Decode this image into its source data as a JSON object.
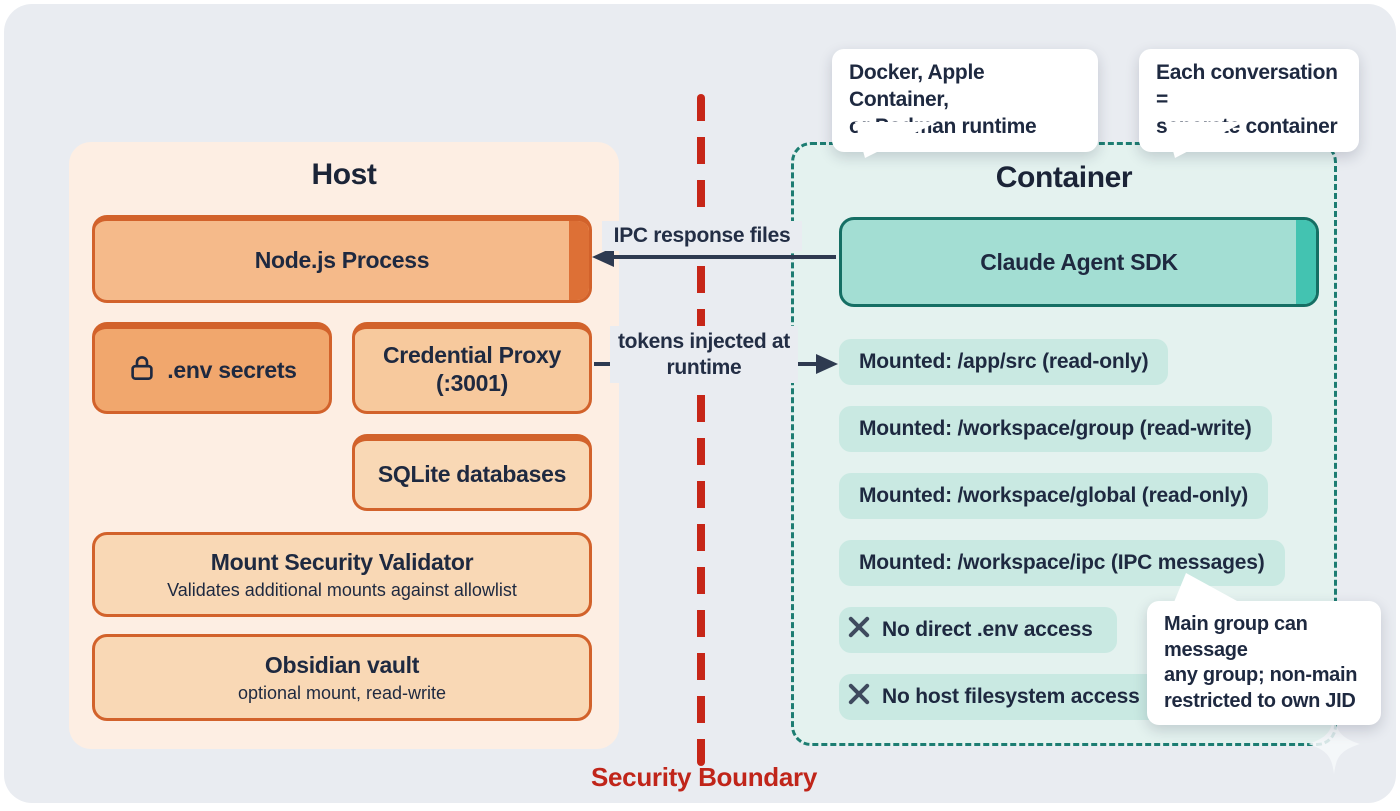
{
  "host": {
    "title": "Host",
    "nodejs_label": "Node.js Process",
    "env_secrets_label": ".env secrets",
    "credential_proxy_lines": [
      "Credential Proxy",
      "(:3001)"
    ],
    "sqlite_label": "SQLite databases",
    "validator_title": "Mount Security Validator",
    "validator_subtitle": "Validates additional mounts against allowlist",
    "obsidian_title": "Obsidian vault",
    "obsidian_subtitle": "optional mount, read-write"
  },
  "container": {
    "title": "Container",
    "sdk_label": "Claude Agent SDK",
    "mounts": [
      "Mounted: /app/src (read-only)",
      "Mounted: /workspace/group (read-write)",
      "Mounted: /workspace/global (read-only)",
      "Mounted: /workspace/ipc (IPC messages)"
    ],
    "denials": [
      "No direct .env access",
      "No host filesystem access"
    ]
  },
  "arrows": {
    "ipc_label": "IPC response files",
    "tokens_lines": [
      "tokens injected",
      "at runtime"
    ]
  },
  "boundary_label": "Security Boundary",
  "callouts": {
    "runtime_lines": [
      "Docker, Apple Container,",
      "or Podman runtime"
    ],
    "conversation_lines": [
      "Each conversation =",
      "separate container"
    ],
    "ipc_note_lines": [
      "Main group can message",
      "any group; non-main",
      "restricted to own JID"
    ]
  },
  "colors": {
    "host_panel_bg": "#fdeee3",
    "host_accent": "#d2622b",
    "container_panel_bg": "#e4f2ef",
    "container_accent": "#1d7d72",
    "sdk_fill": "#a3ded3",
    "pill_fill": "#c9e9e2",
    "boundary_red": "#c62618",
    "text_navy": "#1e2940"
  },
  "icons": {
    "lock": "padlock",
    "denial_x": "✕",
    "sparkle": "✦"
  }
}
